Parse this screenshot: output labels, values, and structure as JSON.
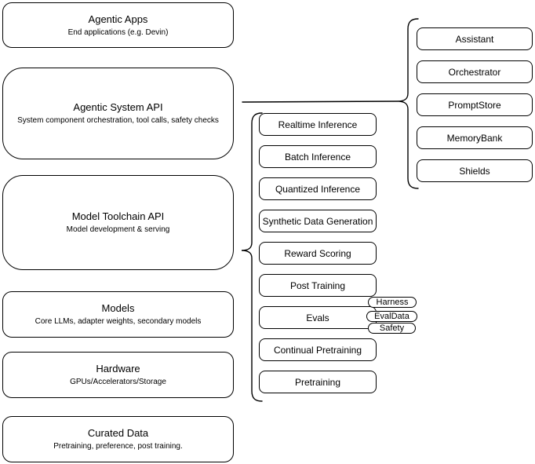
{
  "colors": {
    "background": "#ffffff",
    "node_fill": "#ffffff",
    "stroke": "#000000",
    "text": "#000000"
  },
  "left_stack": {
    "boxes": [
      {
        "title": "Agentic Apps",
        "subtitle": "End applications (e.g. Devin)"
      },
      {
        "title": "Agentic System API",
        "subtitle": "System component orchestration, tool calls, safety checks"
      },
      {
        "title": "Model Toolchain API",
        "subtitle": "Model development & serving"
      },
      {
        "title": "Models",
        "subtitle": "Core LLMs, adapter weights, secondary models"
      },
      {
        "title": "Hardware",
        "subtitle": "GPUs/Accelerators/Storage"
      },
      {
        "title": "Curated Data",
        "subtitle": "Pretraining, preference, post training."
      }
    ]
  },
  "toolchain_group": {
    "items": [
      "Realtime Inference",
      "Batch Inference",
      "Quantized Inference",
      "Synthetic Data Generation",
      "Reward Scoring",
      "Post Training",
      "Evals",
      "Continual Pretraining",
      "Pretraining"
    ]
  },
  "evals_tags": [
    "Harness",
    "EvalData",
    "Safety"
  ],
  "system_group": {
    "items": [
      "Assistant",
      "Orchestrator",
      "PromptStore",
      "MemoryBank",
      "Shields"
    ]
  }
}
